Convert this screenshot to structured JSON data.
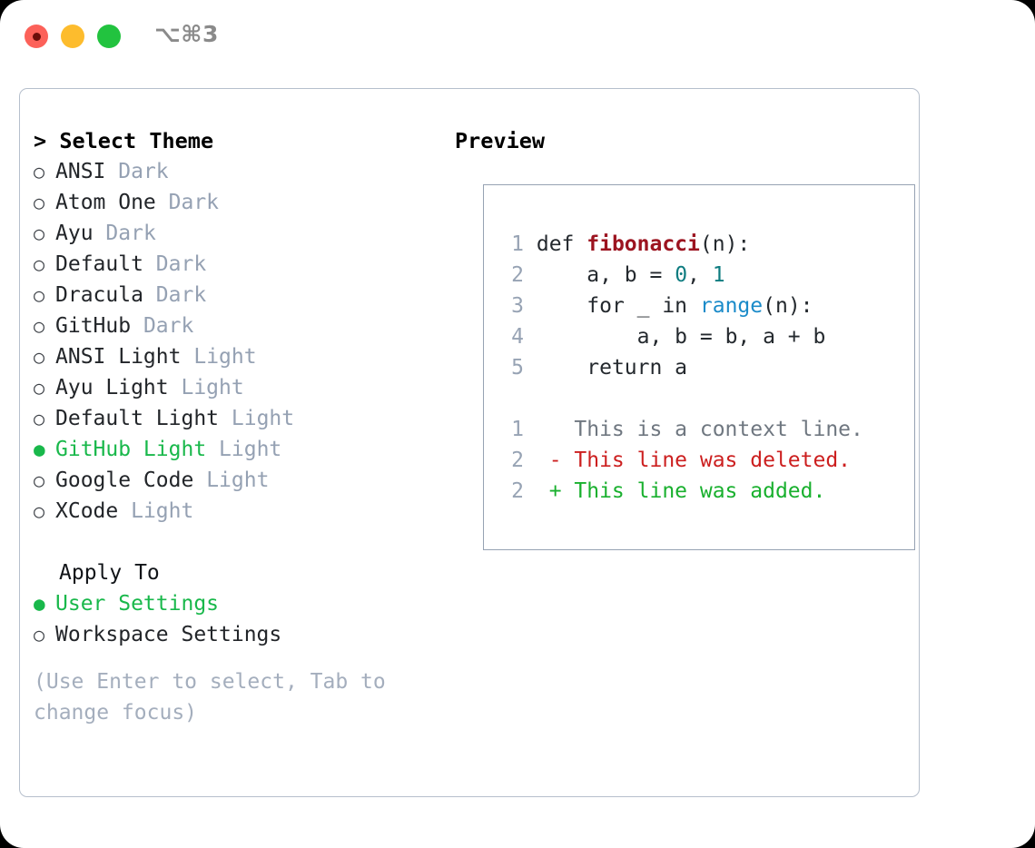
{
  "titlebar": {
    "shortcut": "⌥⌘3",
    "buttons": [
      {
        "name": "close",
        "color": "#fc6159"
      },
      {
        "name": "minimize",
        "color": "#fdbc2d"
      },
      {
        "name": "zoom",
        "color": "#22c33f"
      }
    ]
  },
  "theme_picker": {
    "prompt": ">",
    "header": "Select Theme",
    "radio_off": "○",
    "radio_on": "●",
    "items": [
      {
        "label": "ANSI",
        "variant": "Dark",
        "selected": false
      },
      {
        "label": "Atom One",
        "variant": "Dark",
        "selected": false
      },
      {
        "label": "Ayu",
        "variant": "Dark",
        "selected": false
      },
      {
        "label": "Default",
        "variant": "Dark",
        "selected": false
      },
      {
        "label": "Dracula",
        "variant": "Dark",
        "selected": false
      },
      {
        "label": "GitHub",
        "variant": "Dark",
        "selected": false
      },
      {
        "label": "ANSI Light",
        "variant": "Light",
        "selected": false
      },
      {
        "label": "Ayu Light",
        "variant": "Light",
        "selected": false
      },
      {
        "label": "Default Light",
        "variant": "Light",
        "selected": false
      },
      {
        "label": "GitHub Light",
        "variant": "Light",
        "selected": true
      },
      {
        "label": "Google Code",
        "variant": "Light",
        "selected": false
      },
      {
        "label": "XCode",
        "variant": "Light",
        "selected": false
      }
    ]
  },
  "apply_to": {
    "title": "Apply To",
    "options": [
      {
        "label": "User Settings",
        "selected": true
      },
      {
        "label": "Workspace Settings",
        "selected": false
      }
    ]
  },
  "hint": "(Use Enter to select, Tab to change focus)",
  "preview": {
    "header": "Preview",
    "code_lines": [
      {
        "no": "1",
        "tokens": [
          {
            "t": "def ",
            "k": "plain"
          },
          {
            "t": "fibonacci",
            "k": "fn"
          },
          {
            "t": "(n):",
            "k": "plain"
          }
        ]
      },
      {
        "no": "2",
        "tokens": [
          {
            "t": "    a, b = ",
            "k": "plain"
          },
          {
            "t": "0",
            "k": "num"
          },
          {
            "t": ", ",
            "k": "plain"
          },
          {
            "t": "1",
            "k": "num"
          }
        ]
      },
      {
        "no": "3",
        "tokens": [
          {
            "t": "    for _ in ",
            "k": "plain"
          },
          {
            "t": "range",
            "k": "call"
          },
          {
            "t": "(n):",
            "k": "plain"
          }
        ]
      },
      {
        "no": "4",
        "tokens": [
          {
            "t": "        a, b = b, a + b",
            "k": "plain"
          }
        ]
      },
      {
        "no": "5",
        "tokens": [
          {
            "t": "    return a",
            "k": "plain"
          }
        ]
      }
    ],
    "diff_lines": [
      {
        "no": "1",
        "sign": " ",
        "text": "This is a context line.",
        "kind": "ctx"
      },
      {
        "no": "2",
        "sign": "-",
        "text": "This line was deleted.",
        "kind": "del"
      },
      {
        "no": "2",
        "sign": "+",
        "text": "This line was added.",
        "kind": "add"
      }
    ]
  },
  "colors": {
    "accent_green": "#19b84b",
    "muted": "#95a1b3",
    "panel_border": "#b6bfcc",
    "preview_border": "#96a2b3",
    "syntax_function": "#9c1420",
    "syntax_number": "#0e7c80",
    "syntax_call": "#1b8bc9",
    "diff_delete": "#cc1f1f",
    "diff_add": "#19b02e",
    "diff_context": "#6f7780"
  }
}
